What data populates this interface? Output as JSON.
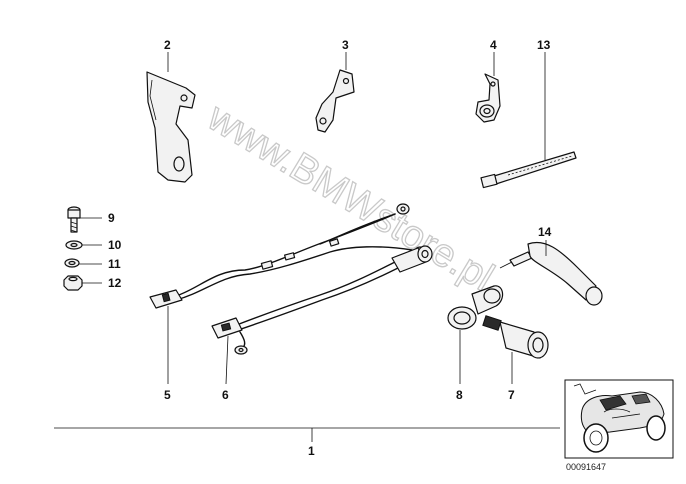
{
  "diagram": {
    "callouts": [
      {
        "id": "c1",
        "label": "1"
      },
      {
        "id": "c2",
        "label": "2"
      },
      {
        "id": "c3",
        "label": "3"
      },
      {
        "id": "c4",
        "label": "4"
      },
      {
        "id": "c5",
        "label": "5"
      },
      {
        "id": "c6",
        "label": "6"
      },
      {
        "id": "c7",
        "label": "7"
      },
      {
        "id": "c8",
        "label": "8"
      },
      {
        "id": "c9",
        "label": "9"
      },
      {
        "id": "c10",
        "label": "10"
      },
      {
        "id": "c11",
        "label": "11"
      },
      {
        "id": "c12",
        "label": "12"
      },
      {
        "id": "c13",
        "label": "13"
      },
      {
        "id": "c14",
        "label": "14"
      }
    ],
    "watermark": "www.BMWstore.pl",
    "part_number": "00091647",
    "colors": {
      "ink": "#111111",
      "fill": "#f2f2f2",
      "watermark": "#c9c9c9"
    }
  }
}
